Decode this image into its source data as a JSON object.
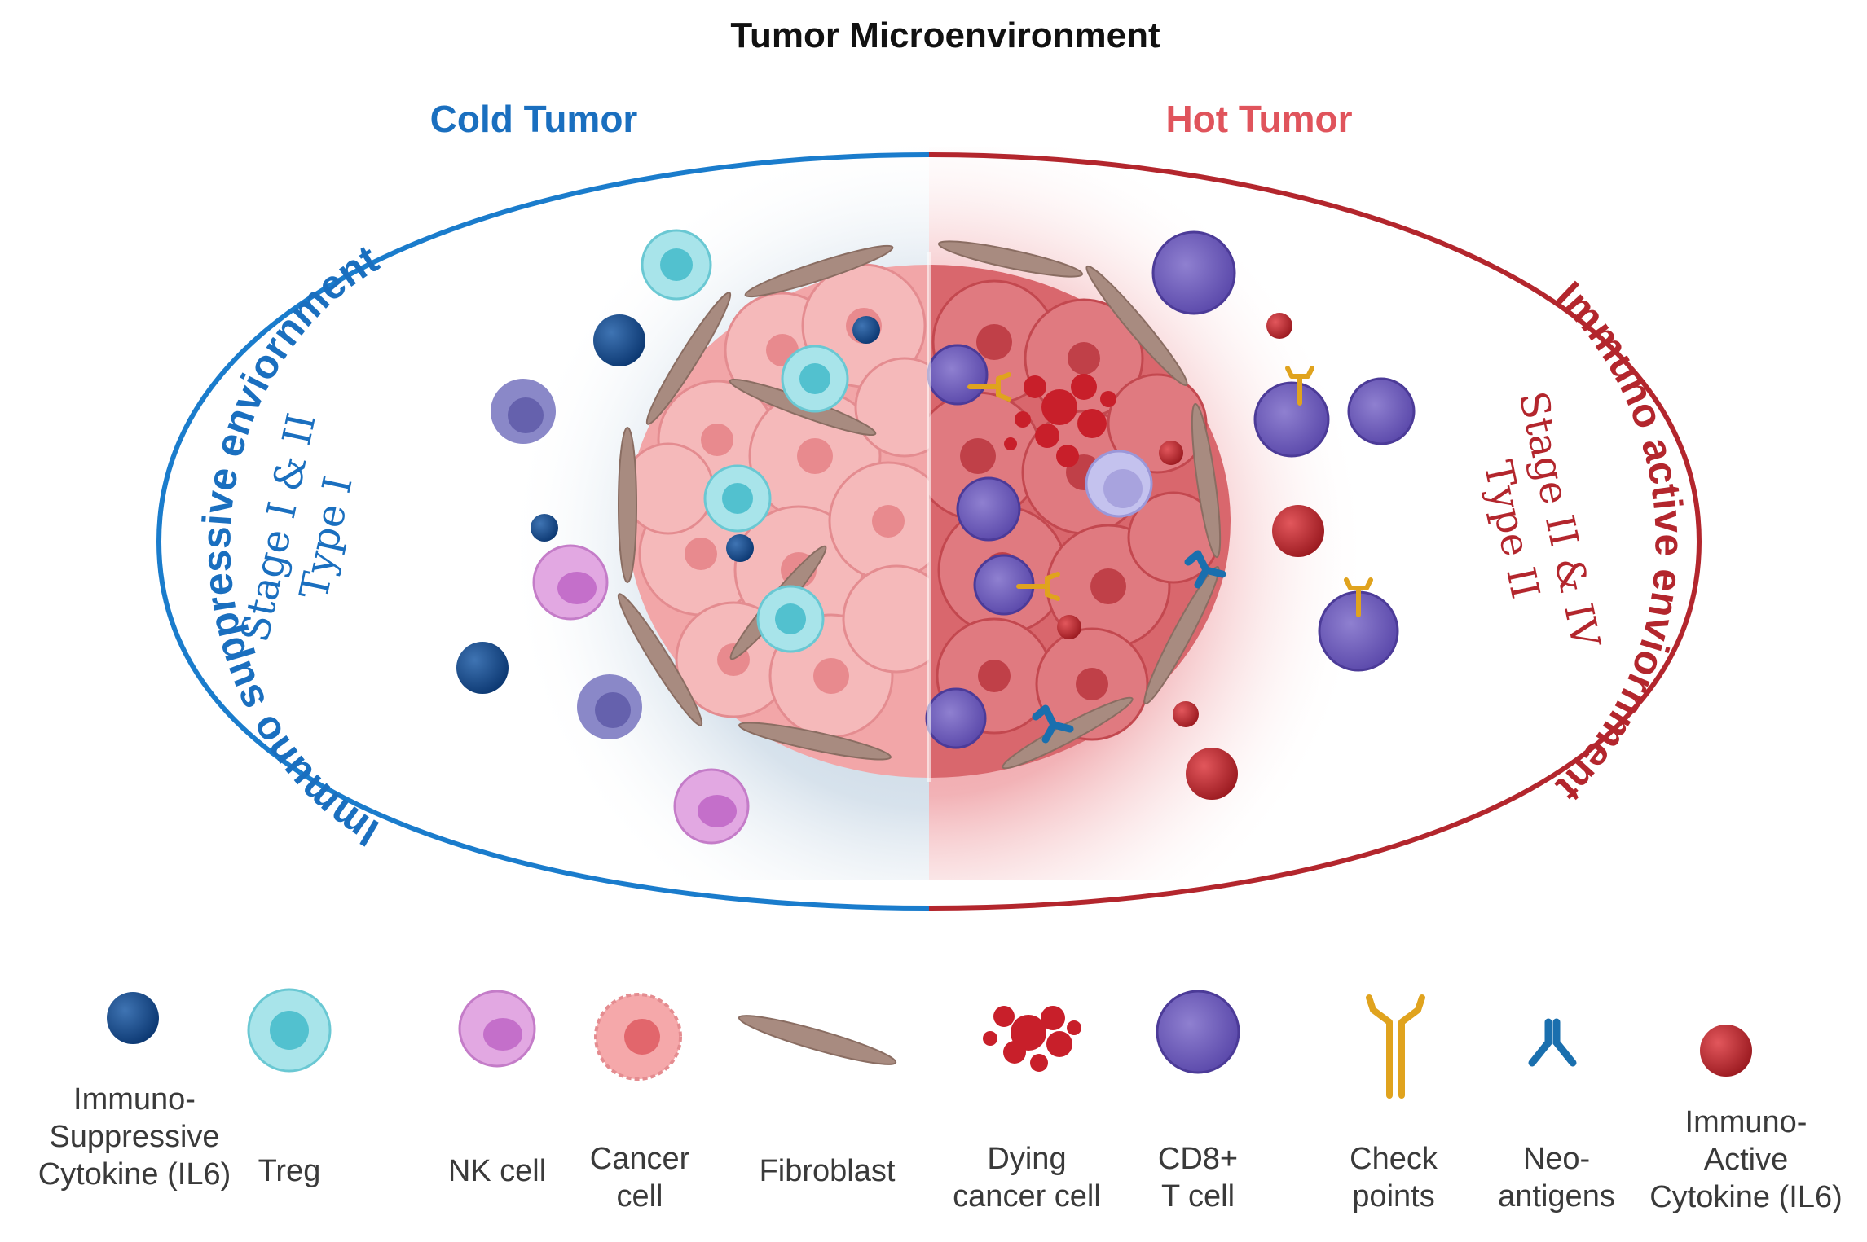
{
  "title": "Tumor Microenvironment",
  "cold": {
    "header": "Cold Tumor",
    "arc_label": "Immuno suppressive enviornment",
    "stage_line1": "Stage I & II",
    "stage_line2": "Type I",
    "color": "#1a6fbf"
  },
  "hot": {
    "header": "Hot Tumor",
    "arc_label": "Immuno active enviornment",
    "stage_line1": "Stage II & IV",
    "stage_line2": "Type II",
    "color": "#b3262d"
  },
  "legend": [
    {
      "icon": "immunosuppressive-cytokine-icon",
      "label": "Immuno-\nSuppressive\nCytokine (IL6)"
    },
    {
      "icon": "treg-icon",
      "label": "Treg"
    },
    {
      "icon": "nk-cell-icon",
      "label": "NK cell"
    },
    {
      "icon": "cancer-cell-icon",
      "label": "Cancer\ncell"
    },
    {
      "icon": "fibroblast-icon",
      "label": "Fibroblast"
    },
    {
      "icon": "dying-cancer-cell-icon",
      "label": "Dying\ncancer cell"
    },
    {
      "icon": "cd8-t-cell-icon",
      "label": "CD8+\nT cell"
    },
    {
      "icon": "checkpoint-icon",
      "label": "Check\npoints"
    },
    {
      "icon": "neoantigen-icon",
      "label": "Neo-\nantigens"
    },
    {
      "icon": "immunoactive-cytokine-icon",
      "label": "Immuno-\nActive\nCytokine (IL6)"
    }
  ]
}
